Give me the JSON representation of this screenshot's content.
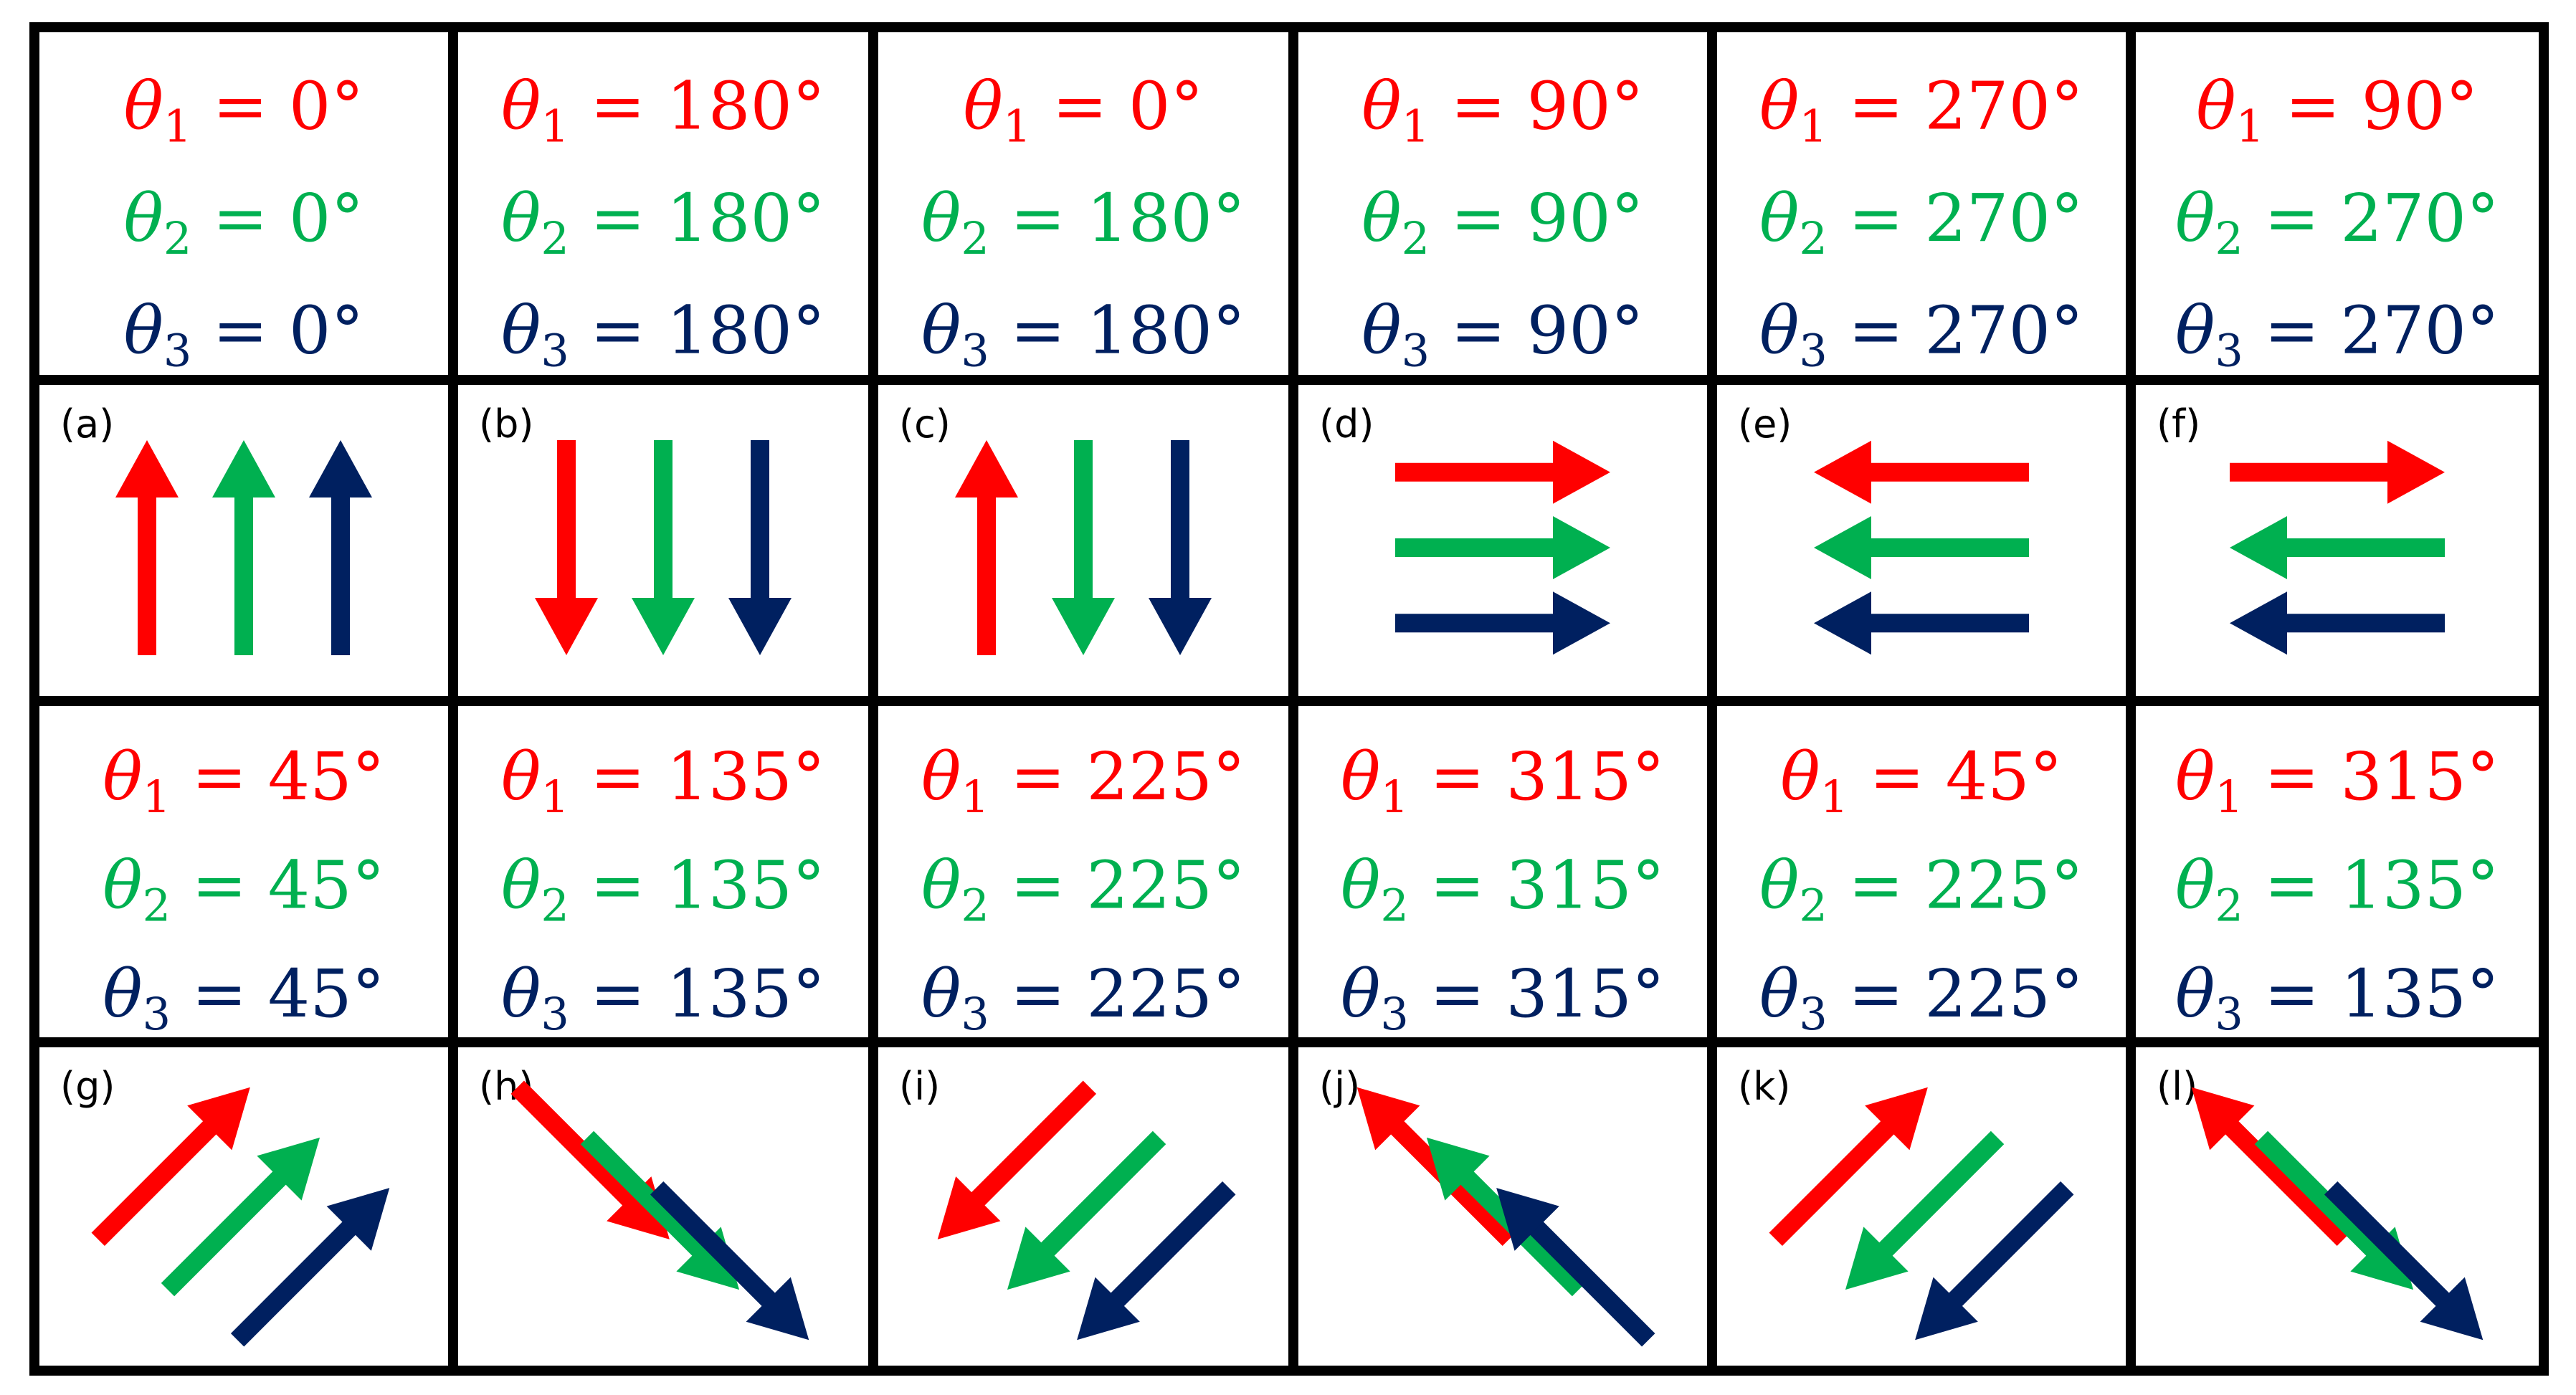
{
  "colors": {
    "red": "#ff0000",
    "green": "#00b050",
    "navy": "#002060",
    "border": "#000000",
    "background": "#ffffff"
  },
  "symbol": "θ",
  "unit": "°",
  "panels": [
    {
      "label": "(a)",
      "angles": [
        0,
        0,
        0
      ]
    },
    {
      "label": "(b)",
      "angles": [
        180,
        180,
        180
      ]
    },
    {
      "label": "(c)",
      "angles": [
        0,
        180,
        180
      ]
    },
    {
      "label": "(d)",
      "angles": [
        90,
        90,
        90
      ]
    },
    {
      "label": "(e)",
      "angles": [
        270,
        270,
        270
      ]
    },
    {
      "label": "(f)",
      "angles": [
        90,
        270,
        270
      ]
    },
    {
      "label": "(g)",
      "angles": [
        45,
        45,
        45
      ]
    },
    {
      "label": "(h)",
      "angles": [
        135,
        135,
        135
      ]
    },
    {
      "label": "(i)",
      "angles": [
        225,
        225,
        225
      ]
    },
    {
      "label": "(j)",
      "angles": [
        315,
        315,
        315
      ]
    },
    {
      "label": "(k)",
      "angles": [
        45,
        225,
        225
      ]
    },
    {
      "label": "(l)",
      "angles": [
        315,
        135,
        135
      ]
    }
  ]
}
